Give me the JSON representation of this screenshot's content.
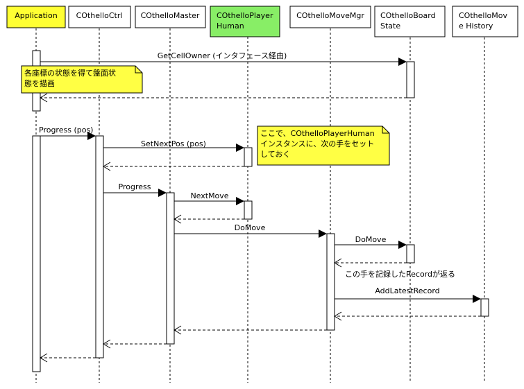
{
  "colors": {
    "yellow": "#ffff33",
    "green": "#88ee66",
    "white": "#ffffff",
    "note": "#ffff44"
  },
  "participants": [
    {
      "id": "application",
      "lines": [
        "Application"
      ],
      "fill": "yellow"
    },
    {
      "id": "cothelloctrl",
      "lines": [
        "COthelloCtrl"
      ],
      "fill": "white"
    },
    {
      "id": "cothellomaster",
      "lines": [
        "COthelloMaster"
      ],
      "fill": "white"
    },
    {
      "id": "cothelloplayerhuman",
      "lines": [
        "COthelloPlayer",
        "Human"
      ],
      "fill": "green"
    },
    {
      "id": "cothellomovemgr",
      "lines": [
        "COthelloMoveMgr"
      ],
      "fill": "white"
    },
    {
      "id": "cothelloboardstate",
      "lines": [
        "COthelloBoard",
        "State"
      ],
      "fill": "white"
    },
    {
      "id": "cothellomovehistory",
      "lines": [
        "COthelloMov",
        "e History"
      ],
      "fill": "white"
    }
  ],
  "messages": [
    {
      "label": "GetCellOwner (インタフェース経由)"
    },
    {
      "label": "Progress (pos)"
    },
    {
      "label": "SetNextPos (pos)"
    },
    {
      "label": "Progress"
    },
    {
      "label": "NextMove"
    },
    {
      "label": "DoMove"
    },
    {
      "label": "DoMove"
    },
    {
      "label": "この手を記録したRecordが返る"
    },
    {
      "label": "AddLatestRecord"
    }
  ],
  "notes": [
    {
      "lines": [
        "各座標の状態を得て盤面状",
        "態を描画"
      ]
    },
    {
      "lines": [
        "ここで、COthelloPlayerHuman",
        "インスタンスに、次の手をセット",
        "しておく"
      ]
    }
  ]
}
